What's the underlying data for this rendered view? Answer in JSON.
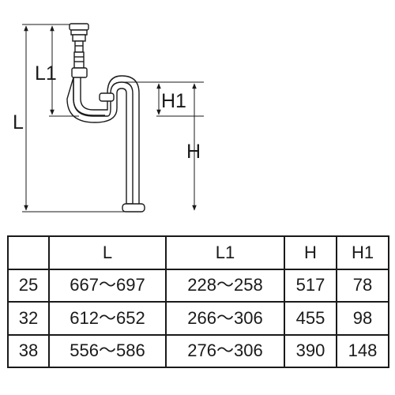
{
  "diagram": {
    "labels": {
      "L": "L",
      "L1": "L1",
      "H": "H",
      "H1": "H1"
    }
  },
  "table": {
    "headers": [
      "",
      "L",
      "L1",
      "H",
      "H1"
    ],
    "rows": [
      [
        "25",
        "667～697",
        "228～258",
        "517",
        "78"
      ],
      [
        "32",
        "612～652",
        "266～306",
        "455",
        "98"
      ],
      [
        "38",
        "556～586",
        "276～306",
        "390",
        "148"
      ]
    ]
  }
}
